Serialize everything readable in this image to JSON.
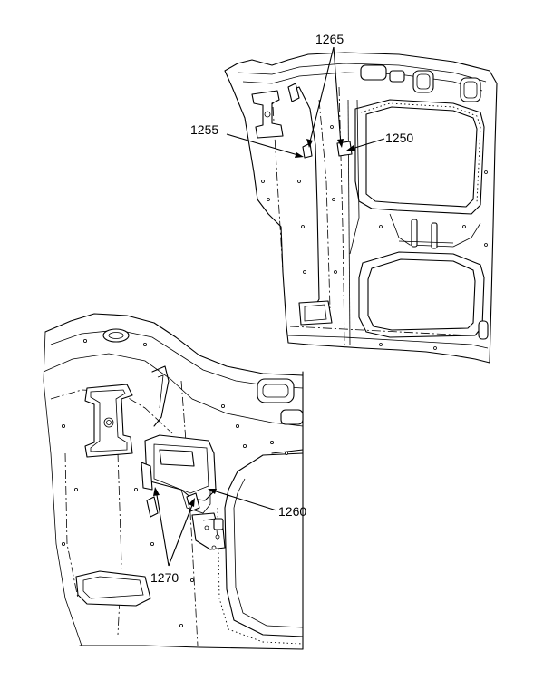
{
  "callouts": {
    "c1265": "1265",
    "c1255": "1255",
    "c1250": "1250",
    "c1260": "1260",
    "c1270": "1270"
  },
  "style": {
    "line_color": "#000000",
    "background": "#ffffff"
  }
}
